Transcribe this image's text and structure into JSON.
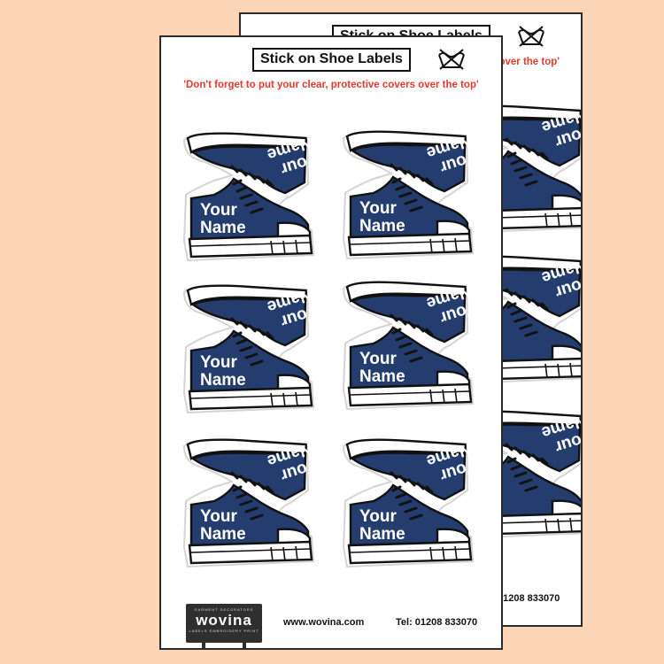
{
  "sheet": {
    "title": "Stick on Shoe Labels",
    "subtitle": "'Don't forget to put your clear, protective covers over the top'",
    "label_line1": "Your",
    "label_line2": "Name",
    "footer_web": "www.wovina.com",
    "footer_tel": "Tel: 01208 833070",
    "logo_brand": "wovina",
    "logo_top": "GARMENT  DECORATORS",
    "logo_bottom": "LABELS  EMBROIDERY  PRINT"
  },
  "back_sheet": {
    "title": "Stick on Shoe Labels",
    "subtitle_visible": "over the top'",
    "footer_tel_visible": "01208 833070"
  },
  "colors": {
    "background": "#fcd4b6",
    "shoe_blue": "#243d6e",
    "subtitle_red": "#e53a2e"
  },
  "icons": [
    "do-not-wash-icon",
    "shoe-icon"
  ]
}
